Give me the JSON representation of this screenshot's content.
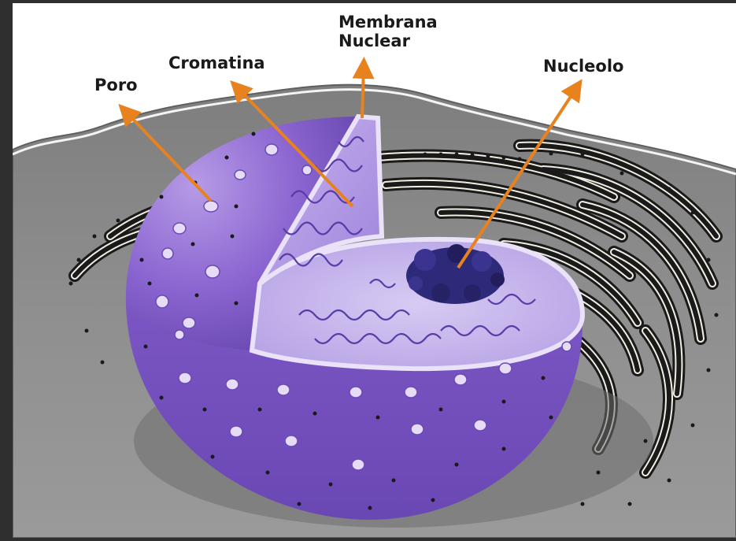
{
  "diagram": {
    "labels": {
      "poro": "Poro",
      "cromatina": "Cromatina",
      "membrana_line1": "Membrana",
      "membrana_line2": "Nuclear",
      "nucleolo": "Nucleolo"
    },
    "colors": {
      "arrow": "#e8821e",
      "nucleus": "#8b63cc",
      "nucleolus": "#2e2a7a",
      "cytoplasm": "#8a8a8a",
      "reticulum": "#1a1a1a",
      "frame": "#2f2f2f"
    }
  }
}
